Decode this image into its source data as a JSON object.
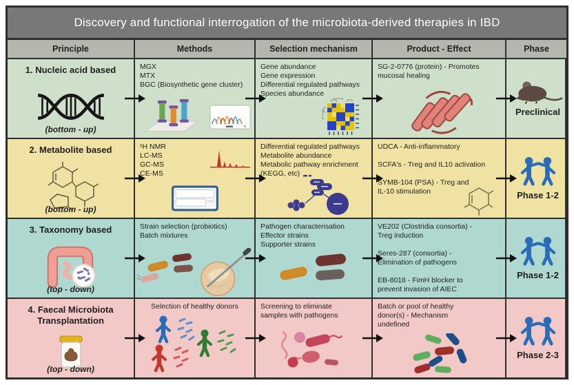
{
  "title": "Discovery and functional interrogation of the microbiota-derived therapies in IBD",
  "columns": [
    "Principle",
    "Methods",
    "Selection mechanism",
    "Product - Effect",
    "Phase"
  ],
  "colors": {
    "title_bg": "#787878",
    "header_bg": "#b3b7ad",
    "border": "#2e2e2e",
    "row1_bg": "#cfe0ca",
    "row2_bg": "#f0e2a3",
    "row3_bg": "#aed8d0",
    "row4_bg": "#f2c9c7",
    "phase_person_blue": "#2a6cb8",
    "heatmap_yellow": "#e2c409",
    "heatmap_blue": "#2543c4",
    "protein_red": "#e2837b",
    "pathway_indigo": "#3d3b8e"
  },
  "rows": [
    {
      "principle": {
        "name": "1. Nucleic acid based",
        "approach": "(bottom - up)",
        "icon": "dna-icon"
      },
      "methods": {
        "text": "MGX\nMTX\nBGC (Biosynthetic gene cluster)",
        "icons": [
          "sequencing-plate-icon",
          "chromatogram-icon"
        ]
      },
      "selection": {
        "text": "Gene abundance\nGene expression\nDifferential regulated pathways\nSpecies abundance",
        "icons": [
          "heatmap-icon"
        ]
      },
      "product": {
        "text": "SG-2-0776 (protein) - Promotes\nmucosal healing",
        "icons": [
          "protein-ribbon-icon"
        ]
      },
      "phase": {
        "label": "Preclinical",
        "icon": "mouse-icon"
      }
    },
    {
      "principle": {
        "name": "2. Metabolite based",
        "approach": "(bottom - up)",
        "icon": "metabolite-structures-icon"
      },
      "methods": {
        "text": "¹H NMR\nLC-MS\nGC-MS\nCE-MS",
        "icons": [
          "ms-spectrum-icon",
          "instrument-icon"
        ]
      },
      "selection": {
        "text": "Differential regulated pathways\nMetabolite abundance\nMetabolic pathway enrichment\n(KEGG, etc)",
        "icons": [
          "pathway-network-icon"
        ]
      },
      "product": {
        "text": "UDCA - Anti-inflammatory\n\nSCFA's - Treg and IL10 activation\n\nSYMB-104 (PSA) - Treg and\nIL-10 stimulation",
        "icons": [
          "molecule-icon"
        ]
      },
      "phase": {
        "label": "Phase 1-2",
        "icon": "people-pair-icon"
      }
    },
    {
      "principle": {
        "name": "3. Taxonomy based",
        "approach": "(top - down)",
        "icon": "intestine-magnifier-icon"
      },
      "methods": {
        "text": "Strain selection (probiotics)\nBatch mixtures",
        "icons": [
          "bacteria-strains-icon",
          "petri-dish-icon"
        ]
      },
      "selection": {
        "text": "Pathogen characterisation\nEffector strains\nSupporter strains",
        "icons": [
          "bacteria-capsules-icon"
        ]
      },
      "product": {
        "text": "VE202 (Clostridia consortia) -\nTreg induction\n\nSeres-287 (consortia) -\nElimination of pathogens\n\nEB-8018 - FimH blocker to\nprevent invasion of AIEC",
        "icons": []
      },
      "phase": {
        "label": "Phase 1-2",
        "icon": "people-pair-icon"
      }
    },
    {
      "principle": {
        "name": "4. Faecal Microbiota\nTransplantation",
        "approach": "(top - down)",
        "icon": "stool-sample-jar-icon"
      },
      "methods": {
        "text": "Selection of healthy donors",
        "icons": [
          "donor-people-icon"
        ]
      },
      "selection": {
        "text": "Screening to eliminate\nsamples with pathogens",
        "icons": [
          "pathogens-icon"
        ]
      },
      "product": {
        "text": "Batch or pool of healthy\ndonor(s) - Mechanism\nundefined",
        "icons": [
          "bacteria-mix-icon"
        ]
      },
      "phase": {
        "label": "Phase 2-3",
        "icon": "people-pair-icon"
      }
    }
  ]
}
